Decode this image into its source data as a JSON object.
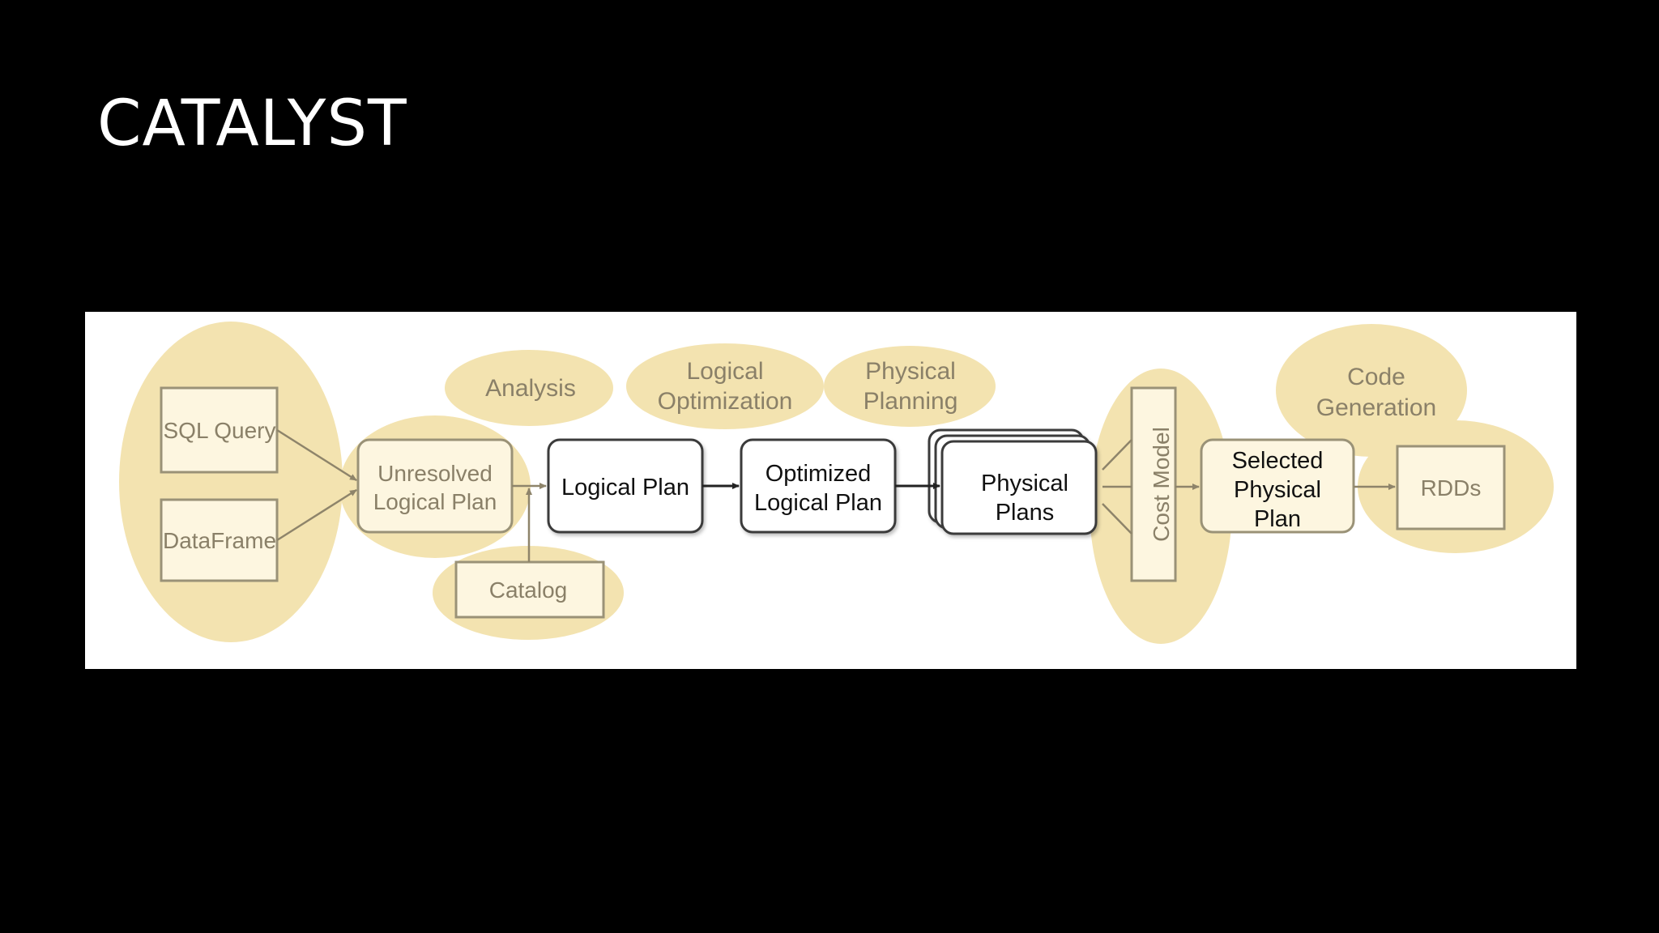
{
  "slide": {
    "title": "CATALYST"
  },
  "diagram": {
    "stages": {
      "analysis": "Analysis",
      "logical_optimization": [
        "Logical",
        "Optimization"
      ],
      "physical_planning": [
        "Physical",
        "Planning"
      ],
      "code_generation": [
        "Code",
        "Generation"
      ]
    },
    "nodes": {
      "sql_query": "SQL Query",
      "dataframe": "DataFrame",
      "unresolved_logical_plan": [
        "Unresolved",
        "Logical Plan"
      ],
      "catalog": "Catalog",
      "logical_plan": "Logical Plan",
      "optimized_logical_plan": [
        "Optimized",
        "Logical Plan"
      ],
      "physical_plans": [
        "Physical",
        "Plans"
      ],
      "cost_model": "Cost Model",
      "selected_physical_plan": [
        "Selected",
        "Physical",
        "Plan"
      ],
      "rdds": "RDDs"
    },
    "colors": {
      "highlight": "#f3e3b0",
      "faded_box": "#9a9277",
      "faded_text": "#8a8068",
      "box_fill": "#fdf6e0",
      "active_stroke": "#3a3a3a",
      "active_text": "#111111"
    }
  }
}
